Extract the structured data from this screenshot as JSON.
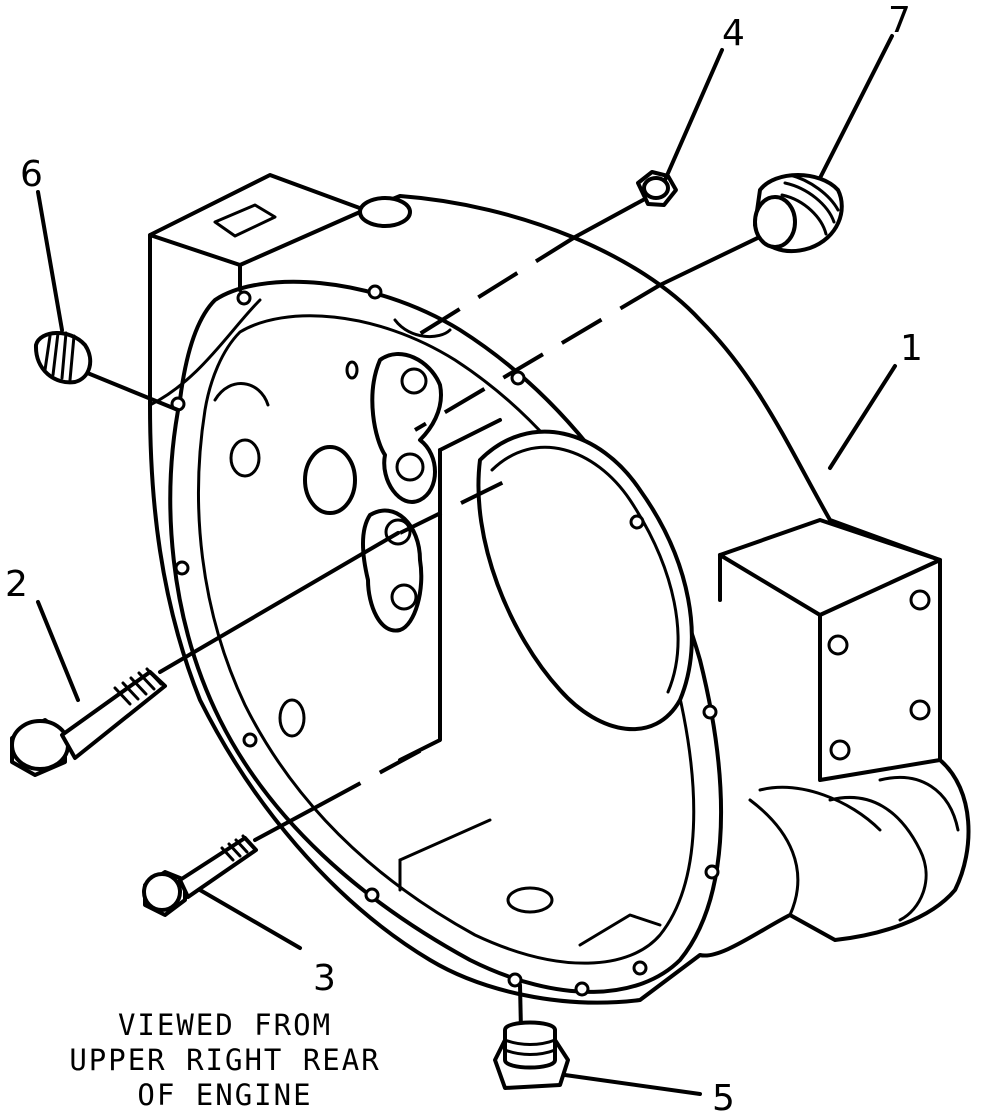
{
  "callouts": [
    "1",
    "2",
    "3",
    "4",
    "5",
    "6",
    "7"
  ],
  "caption": [
    "VIEWED FROM",
    "UPPER RIGHT REAR",
    "OF ENGINE"
  ],
  "parts": {
    "1": "flywheel-housing",
    "2": "bolt-large",
    "3": "bolt-small",
    "4": "nut-fitting",
    "5": "drain-plug",
    "6": "pipe-plug-left",
    "7": "pipe-plug-right"
  }
}
